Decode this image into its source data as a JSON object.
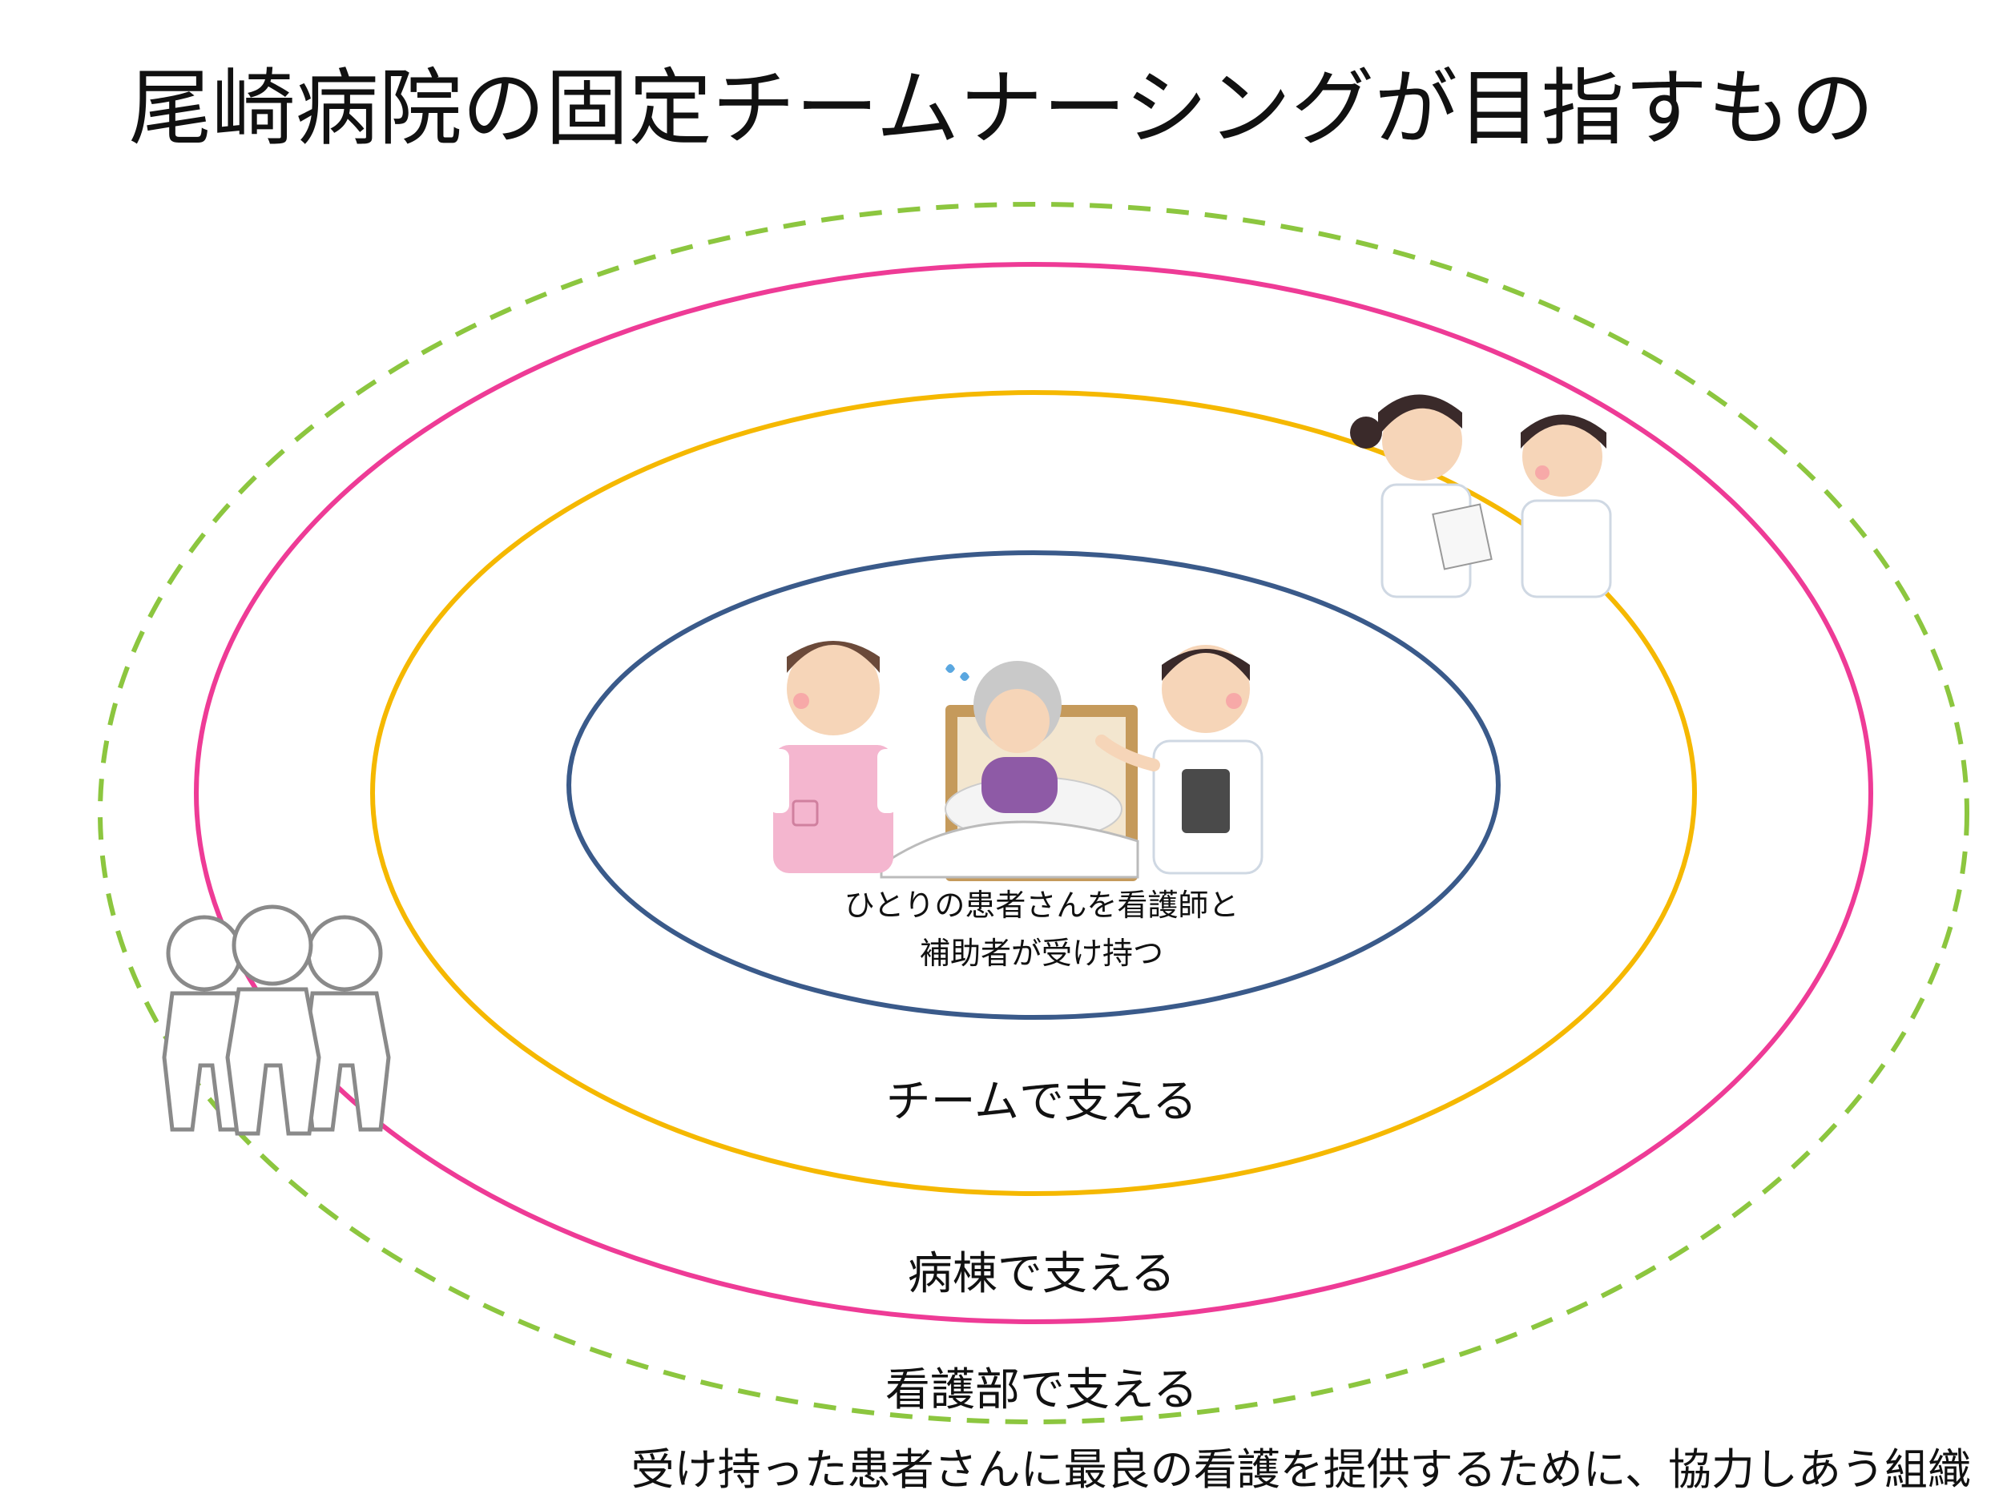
{
  "title": "尾崎病院の固定チームナーシングが目指すもの",
  "rings": {
    "center": {
      "label_line1": "ひとりの患者さんを看護師と",
      "label_line2": "補助者が受け持つ",
      "color": "#3a5a8a"
    },
    "team": {
      "label": "チームで支える",
      "color": "#f5b800"
    },
    "ward": {
      "label": "病棟で支える",
      "color": "#ee3b96"
    },
    "department": {
      "label": "看護部で支える",
      "color": "#8cc63f"
    }
  },
  "footer": "受け持った患者さんに最良の看護を提供するために、協力しあう組織",
  "illustrations": [
    "bedside-care-illustration",
    "two-nurses-illustration",
    "staff-group-illustration"
  ]
}
